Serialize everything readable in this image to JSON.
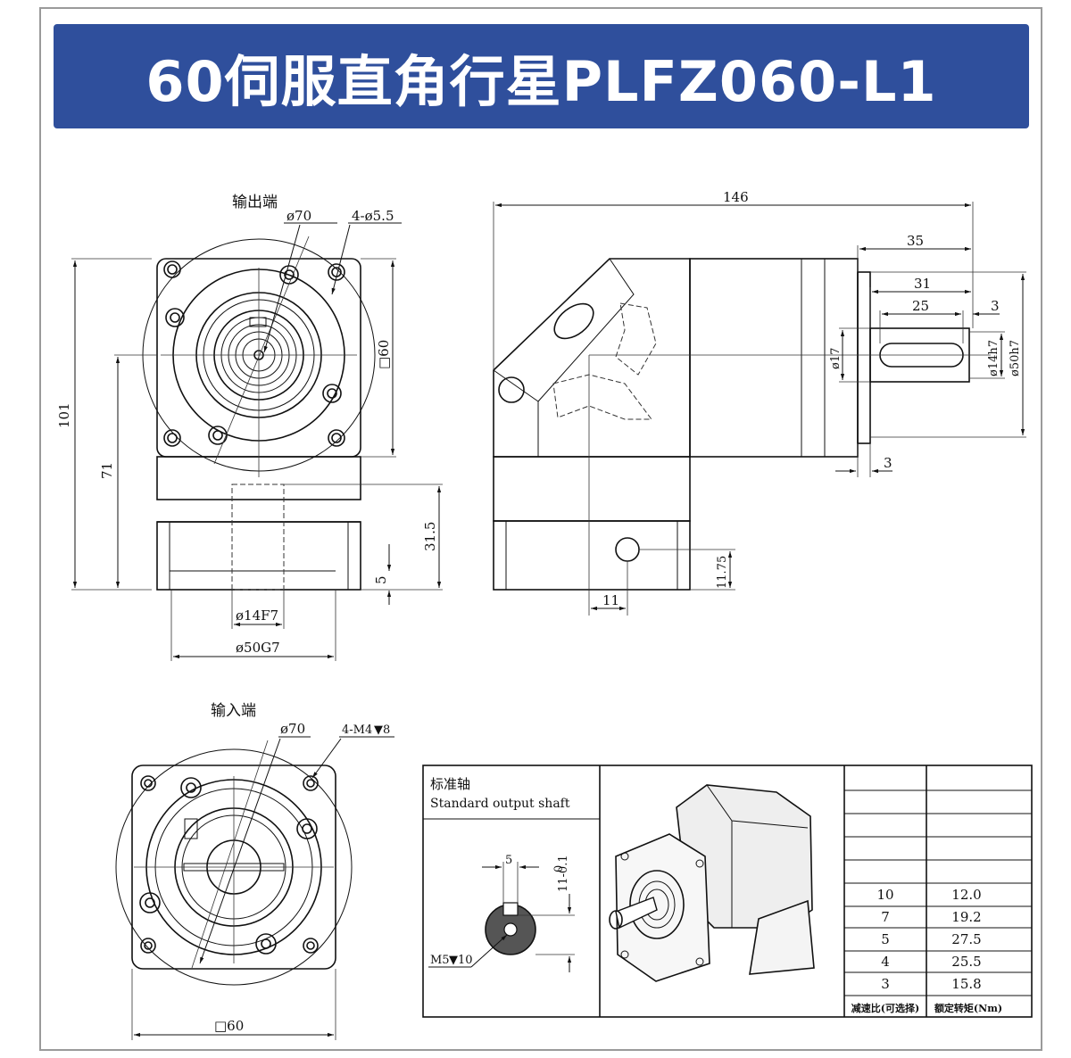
{
  "title": "60伺服直角行星PLFZ060-L1",
  "views": {
    "output_end_label": "输出端",
    "input_end_label": "输入端"
  },
  "dimensions": {
    "out_pcd": "ø70",
    "out_holes": "4-ø5.5",
    "out_square": "□60",
    "height_total": "101",
    "height_axis": "71",
    "flange_depth": "31.5",
    "flange_step": "5",
    "bore": "ø14F7",
    "spigot": "ø50G7",
    "length_total": "146",
    "shaft_len": "35",
    "shaft_31": "31",
    "key_len": "25",
    "key_offset": "3",
    "collar_dia": "ø17",
    "shaft_dia": "ø14h7",
    "pilot_dia": "ø50h7",
    "pilot_thk": "3",
    "side_hole_x": "11",
    "side_hole_y": "11.75",
    "in_pcd": "ø70",
    "in_holes": "4-M4",
    "in_holes_depth": "8",
    "in_square": "□60"
  },
  "shaft_box": {
    "title_cn": "标准轴",
    "title_en": "Standard output shaft",
    "key_width": "5",
    "key_height_top": "0",
    "key_height": "11-0.1",
    "thread": "M5",
    "thread_depth": "10"
  },
  "ratio_table": {
    "header_ratio": "减速比(可选择)",
    "header_torque": "额定转矩(Nm)",
    "rows": [
      {
        "ratio": "10",
        "torque": "12.0"
      },
      {
        "ratio": "7",
        "torque": "19.2"
      },
      {
        "ratio": "5",
        "torque": "27.5"
      },
      {
        "ratio": "4",
        "torque": "25.5"
      },
      {
        "ratio": "3",
        "torque": "15.8"
      }
    ]
  }
}
